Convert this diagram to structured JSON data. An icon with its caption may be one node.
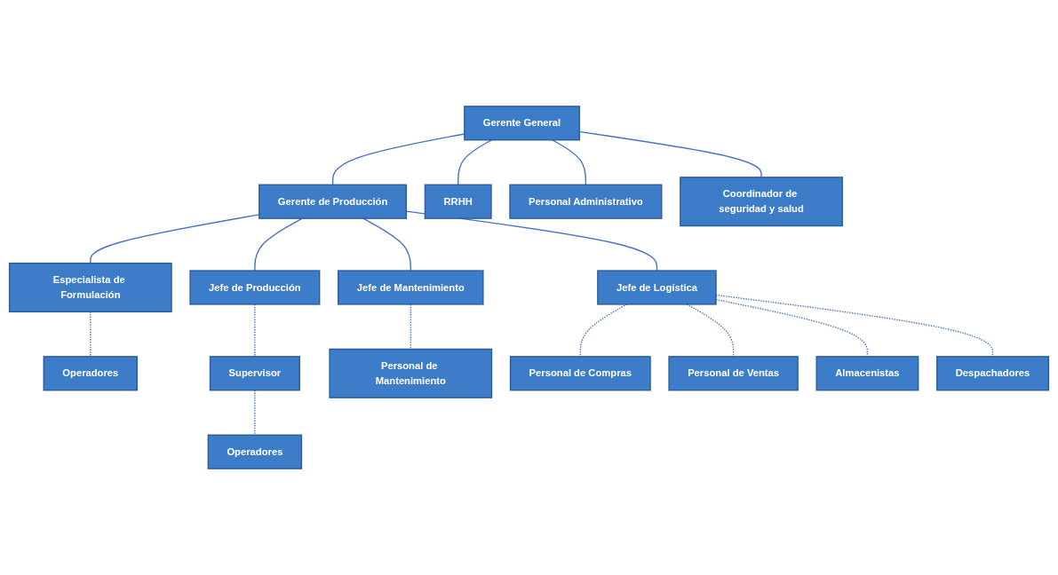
{
  "diagram": {
    "nodes": [
      {
        "text": [
          "Gerente General"
        ]
      },
      {
        "text": [
          "Gerente de Producción"
        ]
      },
      {
        "text": [
          "RRHH"
        ]
      },
      {
        "text": [
          "Personal Administrativo"
        ]
      },
      {
        "text": [
          "Coordinador de seguridad y salud"
        ]
      },
      {
        "text": [
          "Especialista de Formulación"
        ]
      },
      {
        "text": [
          "Operadores"
        ]
      },
      {
        "text": [
          "Jefe de Producción"
        ]
      },
      {
        "text": [
          "Supervisor"
        ]
      },
      {
        "text": [
          "Operadores"
        ]
      },
      {
        "text": [
          "Jefe de Mantenimiento"
        ]
      },
      {
        "text": [
          "Personal de Mantenimiento"
        ]
      },
      {
        "text": [
          "Jefe de Logística"
        ]
      },
      {
        "text": [
          "Personal de Compras"
        ]
      },
      {
        "text": [
          "Personal de Ventas"
        ]
      },
      {
        "text": [
          "Almacenistas"
        ]
      },
      {
        "text": [
          "Despachadores"
        ]
      }
    ],
    "edges": [
      {
        "from": 0,
        "to": 1,
        "arrow": "none"
      },
      {
        "from": 0,
        "to": 2,
        "arrow": "none"
      },
      {
        "from": 0,
        "to": 3,
        "arrow": "none"
      },
      {
        "from": 0,
        "to": 4,
        "arrow": "none"
      },
      {
        "from": 1,
        "to": 5,
        "arrow": "none"
      },
      {
        "from": 1,
        "to": 7,
        "arrow": "none"
      },
      {
        "from": 1,
        "to": 10,
        "arrow": "none"
      },
      {
        "from": 1,
        "to": 12,
        "arrow": "none"
      },
      {
        "from": 5,
        "to": 6,
        "arrow": "none",
        "style": "dashed"
      },
      {
        "from": 7,
        "to": 8,
        "arrow": "none",
        "style": "dashed"
      },
      {
        "from": 8,
        "to": 9,
        "arrow": "none",
        "style": "dashed"
      },
      {
        "from": 10,
        "to": 11,
        "arrow": "none",
        "style": "dashed"
      },
      {
        "from": 12,
        "to": 13,
        "arrow": "none",
        "style": "dashed"
      },
      {
        "from": 12,
        "to": 14,
        "arrow": "none",
        "style": "dashed"
      },
      {
        "from": 12,
        "to": 15,
        "arrow": "none",
        "style": "dashed"
      },
      {
        "from": 12,
        "to": 16,
        "arrow": "none",
        "style": "dashed"
      }
    ]
  }
}
